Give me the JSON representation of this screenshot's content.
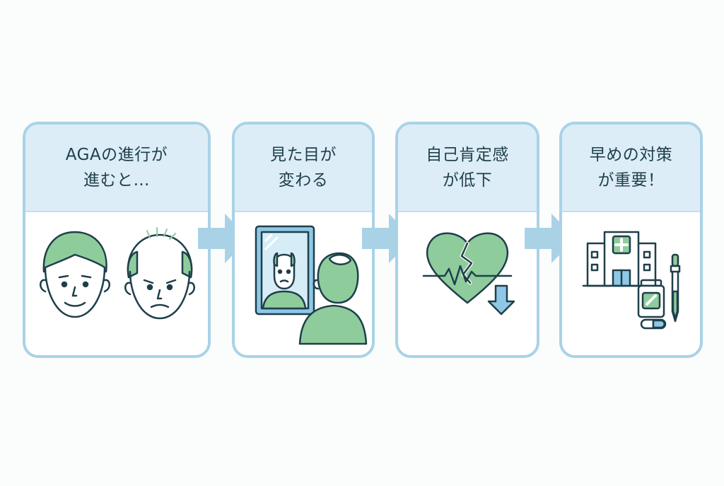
{
  "steps": [
    {
      "line1": "AGAの進行が",
      "line2": "進むと…",
      "icon": "faces-icon"
    },
    {
      "line1": "見た目が",
      "line2": "変わる",
      "icon": "mirror-icon"
    },
    {
      "line1": "自己肯定感",
      "line2": "が低下",
      "icon": "broken-heart-icon"
    },
    {
      "line1": "早めの対策",
      "line2": "が重要！",
      "icon": "hospital-medicine-icon"
    }
  ],
  "colors": {
    "border": "#a9d2e7",
    "header_bg": "#dcedf7",
    "arrow": "#a9d2e7",
    "line": "#1f3f4a",
    "green": "#8fcc9c",
    "blue_accent": "#8ec8e6"
  }
}
